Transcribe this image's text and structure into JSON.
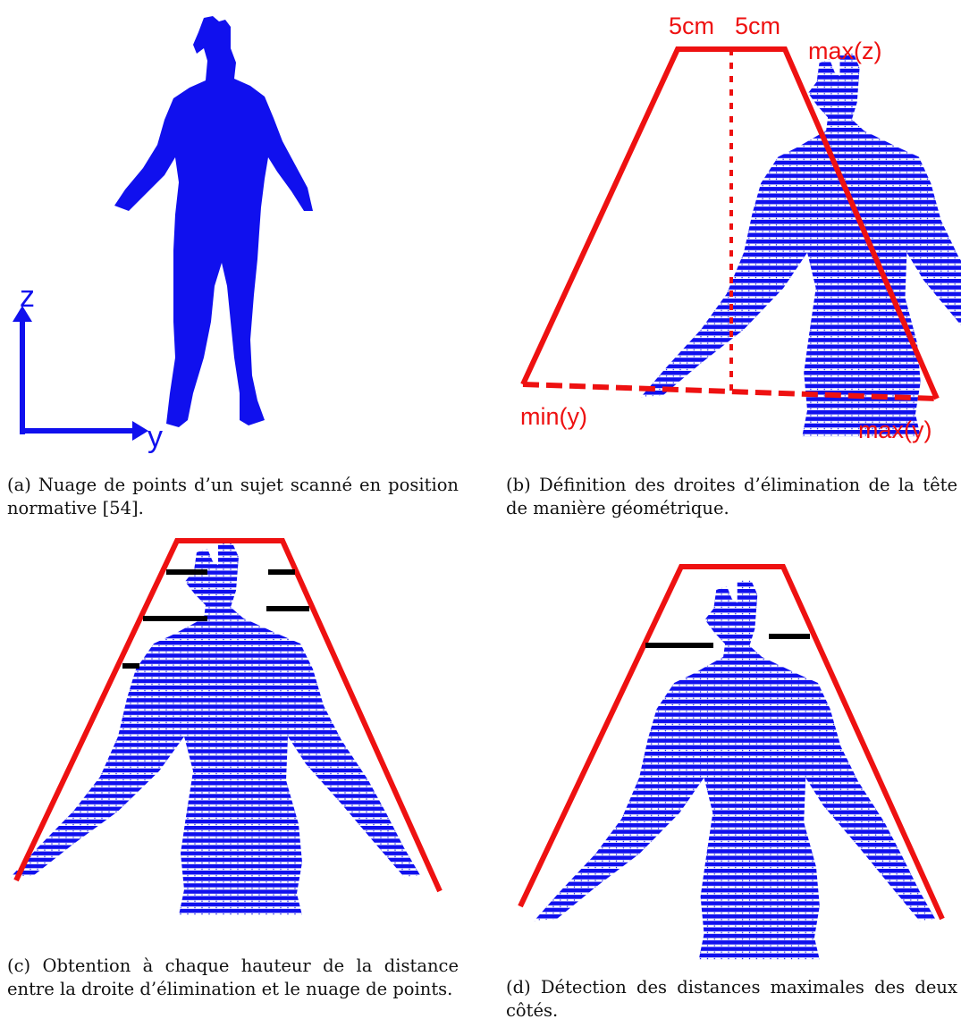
{
  "colors": {
    "body_blue": "#1010ee",
    "line_red": "#ee1111",
    "measure_black": "#000000",
    "axis_blue": "#1010ee"
  },
  "panel_a": {
    "axis_z": "z",
    "axis_y": "y",
    "caption": "(a) Nuage de points d’un sujet scanné en position normative [54]."
  },
  "panel_b": {
    "label_5cm_left": "5cm",
    "label_5cm_right": "5cm",
    "label_max_z": "max(z)",
    "label_min_y": "min(y)",
    "label_max_y": "max(y)",
    "caption": "(b) Définition des droites d’élimination de la tête de manière géométrique."
  },
  "panel_c": {
    "caption": "(c) Obtention à chaque hauteur de la distance entre la droite d’élimination et le nuage de points."
  },
  "panel_d": {
    "caption": "(d) Détection des distances maximales des deux côtés."
  }
}
